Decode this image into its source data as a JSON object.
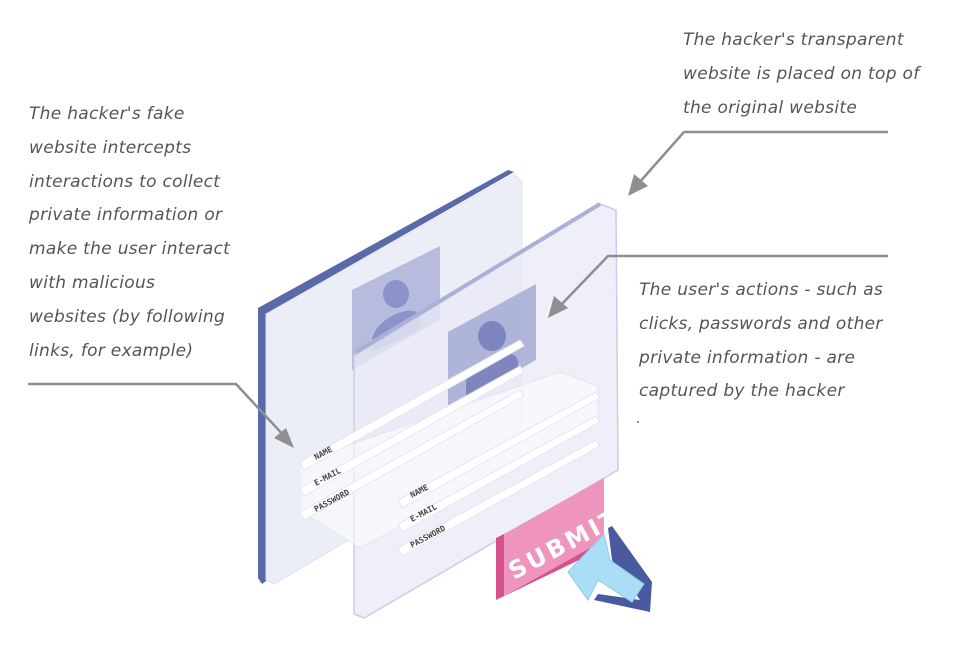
{
  "captions": {
    "left": [
      "The hacker's fake",
      "website intercepts",
      "interactions to collect",
      "private information or",
      "make the user interact",
      "with malicious",
      "websites (by following",
      "links, for example)"
    ],
    "top_right": [
      "The hacker's transparent",
      "website is placed on top of",
      "the original website"
    ],
    "right": [
      "The user's actions - such as",
      "clicks, passwords and other",
      "private information - are",
      "captured by the hacker"
    ]
  },
  "back_form": {
    "name_label": "NAME",
    "email_label": "E-MAIL",
    "password_label": "PASSWORD"
  },
  "front_form": {
    "name_label": "NAME",
    "email_label": "E-MAIL",
    "password_label": "PASSWORD"
  },
  "submit": {
    "label": "SUBMIT"
  },
  "colors": {
    "back_frame_edge": "#5a6aa8",
    "panel_fill": "#e9ebf6",
    "avatar_bg": "#a9aed6",
    "avatar_figure": "#7f86bf",
    "submit_face": "#ef95bd",
    "submit_side": "#d6528c",
    "cursor_fill": "#a9def6",
    "cursor_edge": "#4a5a9e",
    "arrow_gray": "#8f8f8f"
  }
}
